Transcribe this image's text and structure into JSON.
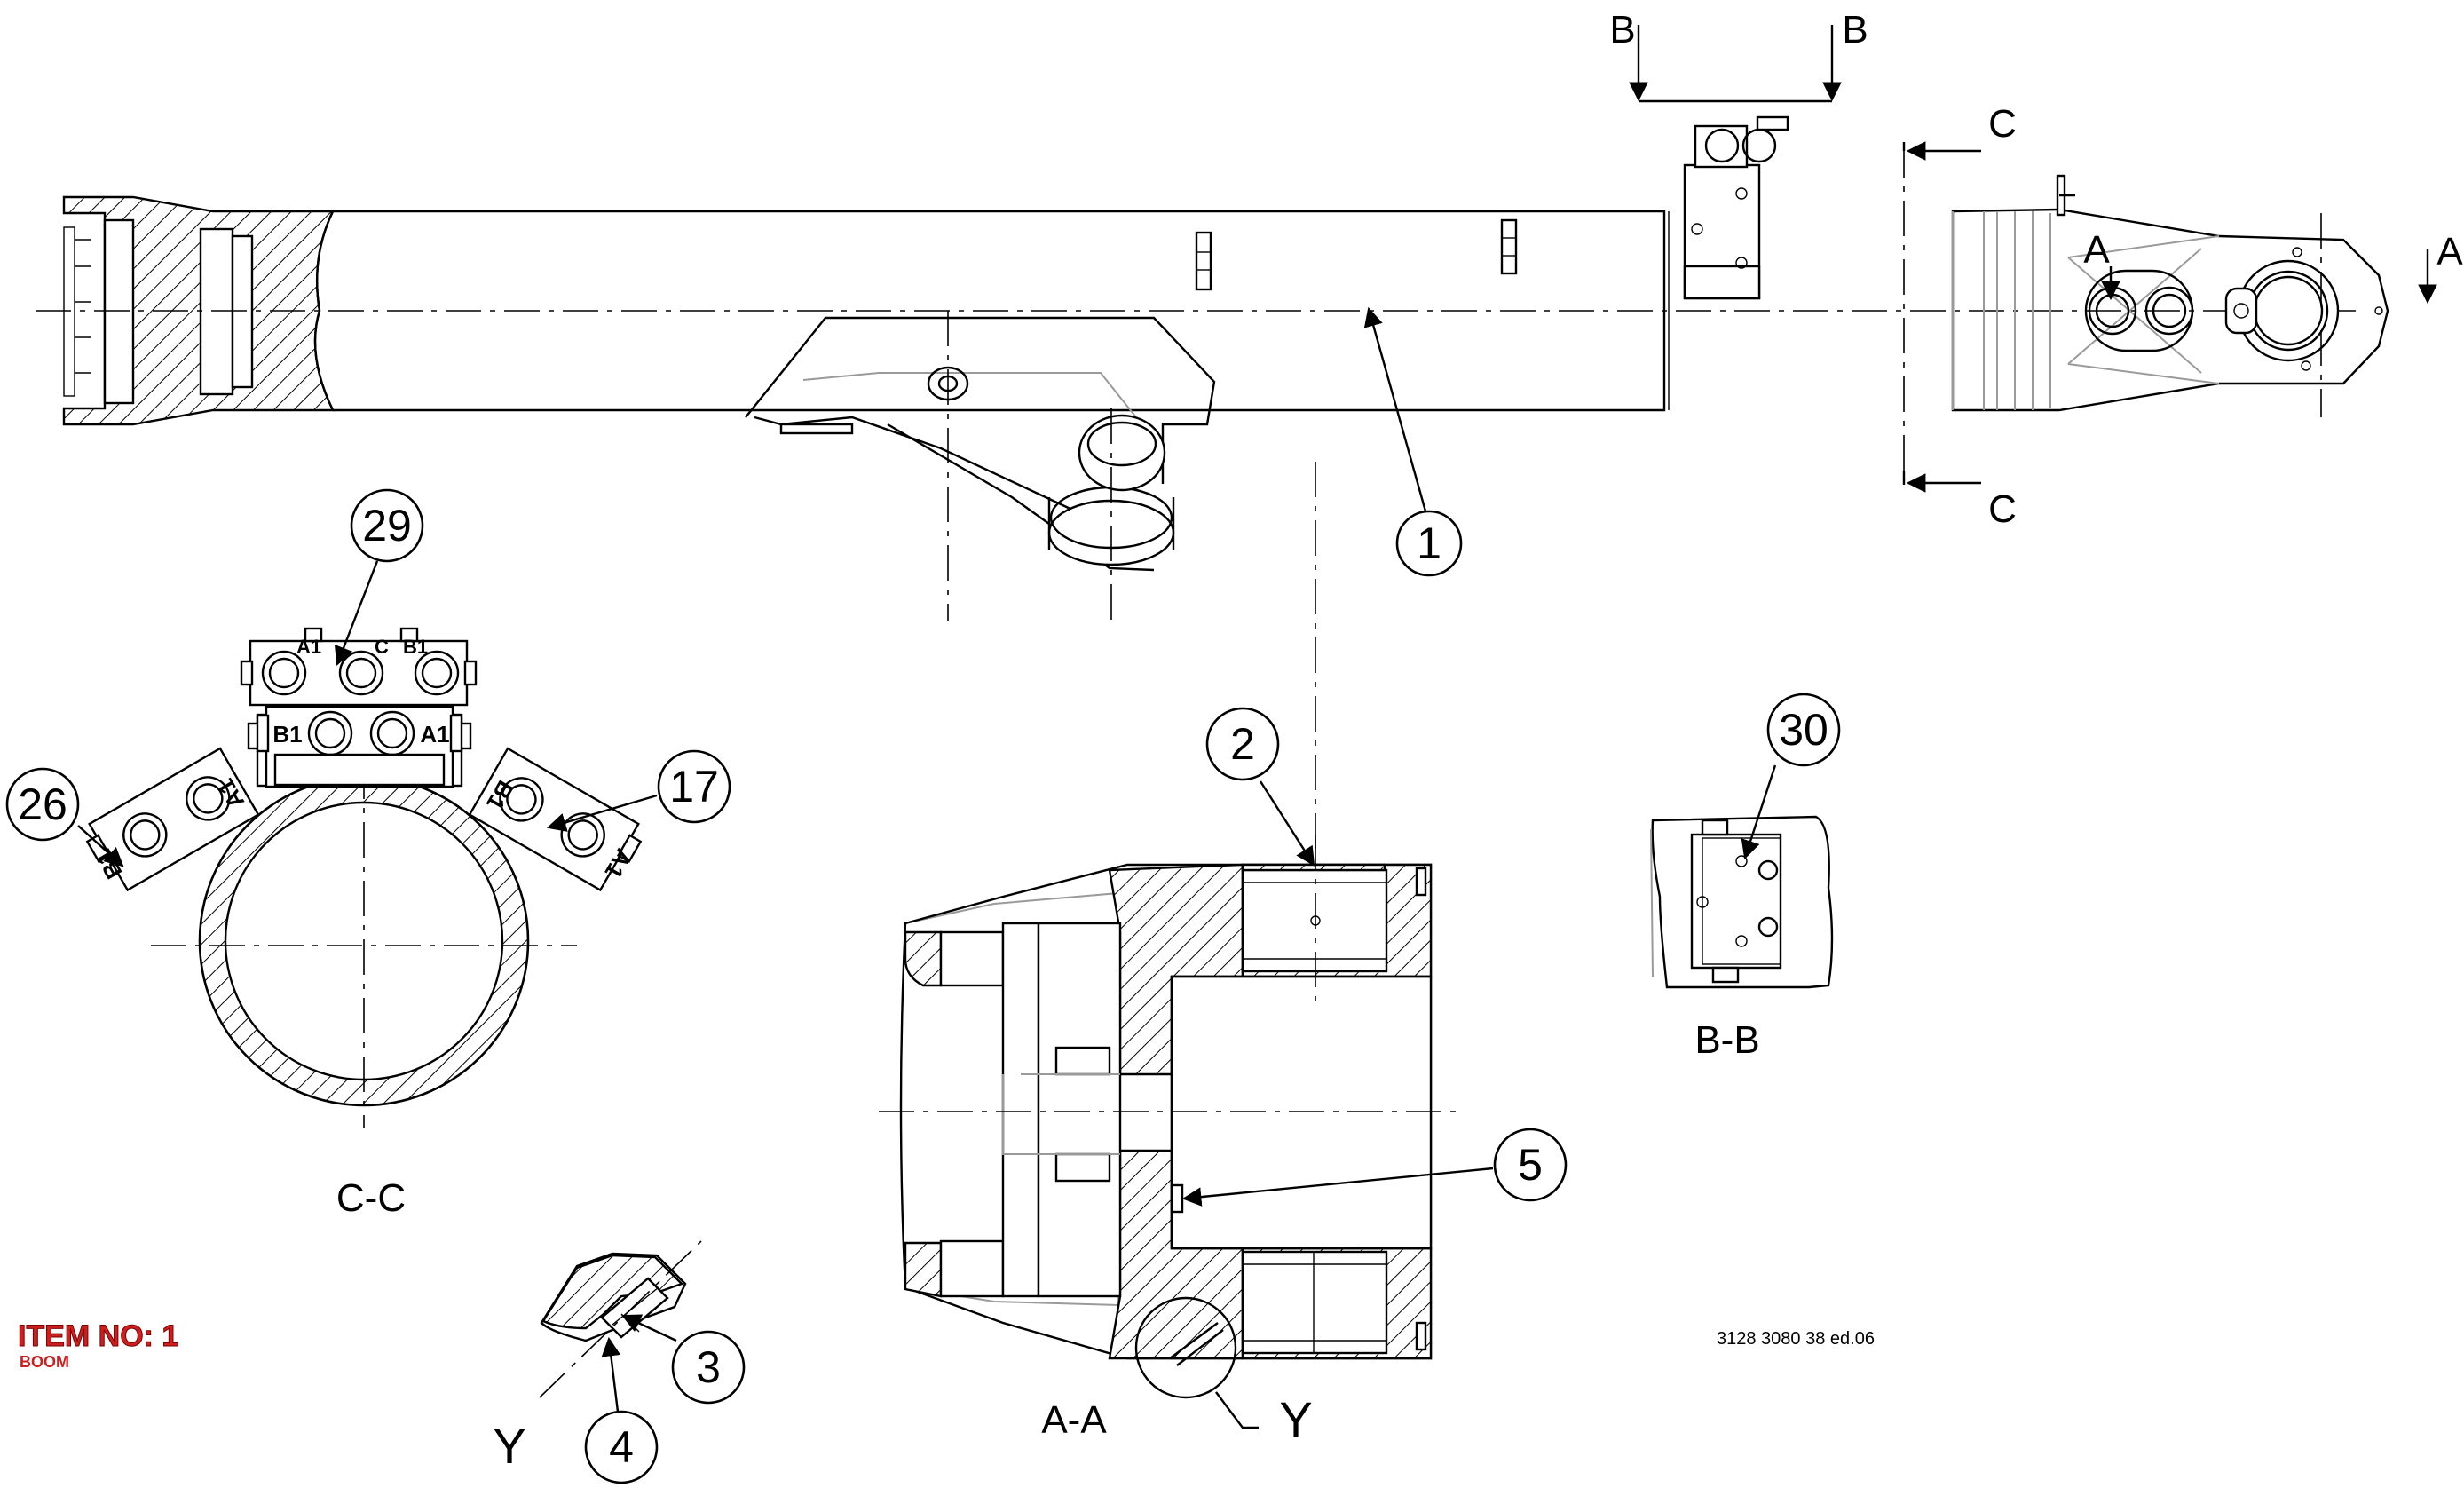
{
  "title_block": {
    "item_label": "ITEM NO: 1",
    "item_name": "BOOM",
    "drawing_number": "3128 3080 38 ed.06",
    "accent_color": "#cc1f1f"
  },
  "section_marks": {
    "a": "A",
    "b": "B",
    "c": "C",
    "y": "Y"
  },
  "view_labels": {
    "cc": "C-C",
    "aa": "A-A",
    "bb": "B-B"
  },
  "balloons": {
    "b1": "1",
    "b2": "2",
    "b3": "3",
    "b4": "4",
    "b5": "5",
    "b17": "17",
    "b26": "26",
    "b29": "29",
    "b30": "30"
  },
  "port_labels": {
    "a1": "A1",
    "b1": "B1",
    "c": "C"
  }
}
